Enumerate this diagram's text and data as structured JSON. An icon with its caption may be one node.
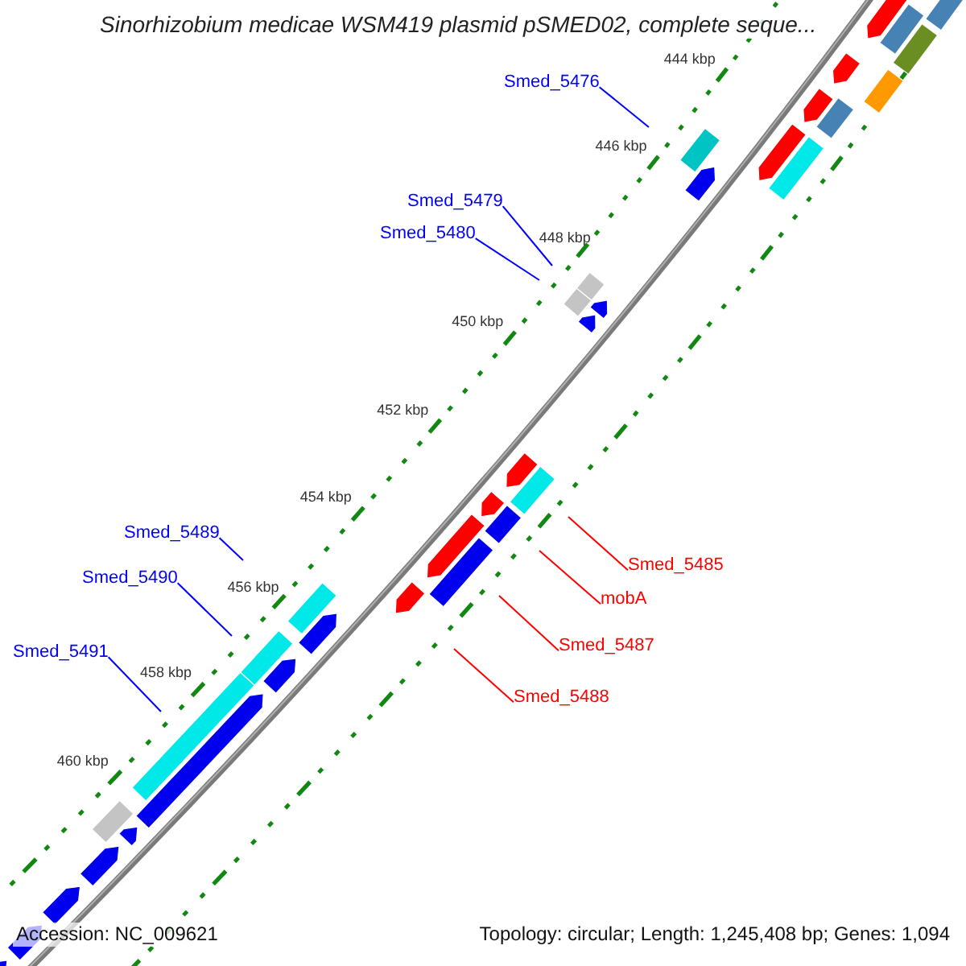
{
  "diagram": {
    "title": "Sinorhizobium medicae WSM419 plasmid pSMED02, complete seque...",
    "nodes": [
      {
        "text": [
          "Smed_5476"
        ]
      },
      {
        "text": [
          "Smed_5479"
        ]
      },
      {
        "text": [
          "Smed_5480"
        ]
      },
      {
        "text": [
          "Smed_5489"
        ]
      },
      {
        "text": [
          "Smed_5485"
        ]
      },
      {
        "text": [
          "Smed_5490"
        ]
      },
      {
        "text": [
          "mobA"
        ]
      },
      {
        "text": [
          "Smed_5487"
        ]
      },
      {
        "text": [
          "Smed_5491"
        ]
      },
      {
        "text": [
          "Smed_5488"
        ]
      }
    ],
    "edges": [
      {
        "from": 0,
        "to": null,
        "arrow": "none"
      },
      {
        "from": 1,
        "to": null,
        "arrow": "none"
      },
      {
        "from": 2,
        "to": null,
        "arrow": "none"
      },
      {
        "from": 3,
        "to": null,
        "arrow": "none"
      },
      {
        "from": 4,
        "to": null,
        "arrow": "none",
        "color": "#ff0000"
      },
      {
        "from": 5,
        "to": null,
        "arrow": "none"
      },
      {
        "from": 6,
        "to": null,
        "arrow": "none",
        "color": "#ff0000"
      },
      {
        "from": 7,
        "to": null,
        "arrow": "none",
        "color": "#ff0000"
      },
      {
        "from": 8,
        "to": null,
        "arrow": "none"
      },
      {
        "from": 9,
        "to": null,
        "arrow": "none",
        "color": "#ff0000"
      }
    ],
    "labels": [
      "444 kbp",
      "446 kbp",
      "448 kbp",
      "450 kbp",
      "452 kbp",
      "454 kbp",
      "456 kbp",
      "458 kbp",
      "460 kbp",
      "Accession: NC_009621",
      "Topology: circular; Length: 1,245,408 bp; Genes: 1,094"
    ]
  }
}
